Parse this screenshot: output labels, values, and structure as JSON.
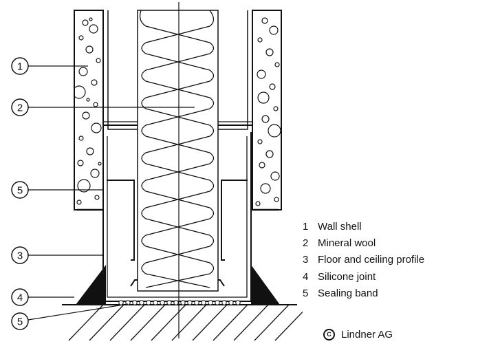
{
  "callouts": [
    "1",
    "2",
    "5",
    "3",
    "4",
    "5"
  ],
  "legend": [
    {
      "num": "1",
      "label": "Wall shell"
    },
    {
      "num": "2",
      "label": "Mineral wool"
    },
    {
      "num": "3",
      "label": "Floor and ceiling profile"
    },
    {
      "num": "4",
      "label": "Silicone joint"
    },
    {
      "num": "5",
      "label": "Sealing band"
    }
  ],
  "copyright": {
    "symbol": "C",
    "text": "Lindner AG"
  }
}
